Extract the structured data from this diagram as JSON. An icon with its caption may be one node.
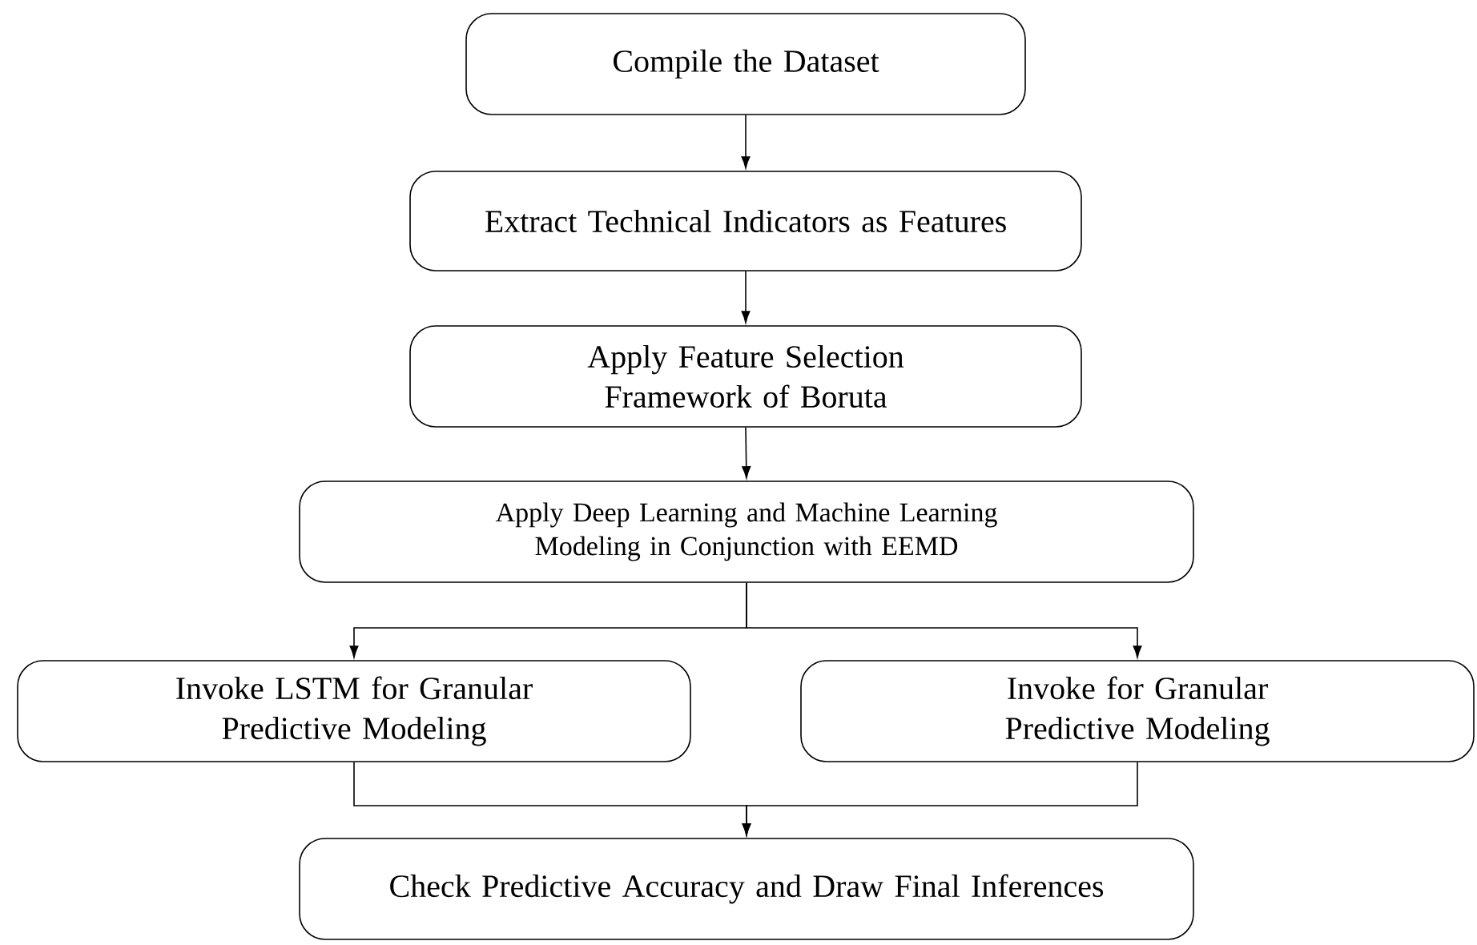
{
  "diagram": {
    "nodes": [
      {
        "text": [
          "Compile the Dataset"
        ]
      },
      {
        "text": [
          "Extract Technical Indicators as Features"
        ]
      },
      {
        "text": [
          "Apply Feature Selection Framework of Boruta"
        ]
      },
      {
        "text": [
          "Apply Deep Learning and Machine Learning Modeling in Conjunction with EEMD"
        ]
      },
      {
        "text": [
          "Invoke LSTM for Granular Predictive Modeling"
        ]
      },
      {
        "text": [
          "Invoke for Granular Predictive Modeling"
        ]
      },
      {
        "text": [
          "Check Predictive Accuracy and Draw Final Inferences"
        ]
      }
    ],
    "edges": [
      {
        "from": 0,
        "to": 1,
        "arrow": "to"
      },
      {
        "from": 1,
        "to": 2,
        "arrow": "to"
      },
      {
        "from": 2,
        "to": 3,
        "arrow": "to"
      },
      {
        "from": 3,
        "to": 4,
        "arrow": "to"
      },
      {
        "from": 3,
        "to": 5,
        "arrow": "to"
      },
      {
        "from": 4,
        "to": 6,
        "arrow": "to"
      },
      {
        "from": 5,
        "to": 6,
        "arrow": "to"
      }
    ]
  }
}
